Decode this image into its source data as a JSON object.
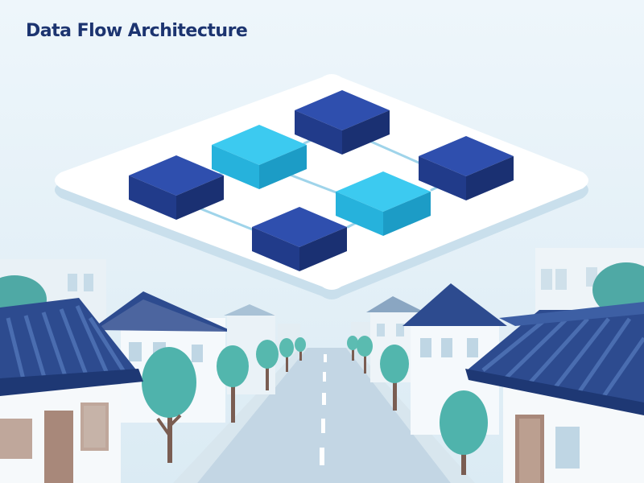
{
  "title": "Data Flow Architecture",
  "colors": {
    "sky": "#e4f1f8",
    "platform": "#ffffff",
    "node_dark": "#243f9a",
    "node_light": "#26bde6",
    "connector": "#9fd4ea",
    "roof": "#2f4f96",
    "tree": "#4fb3ac",
    "road": "#c9dbe8",
    "wall": "#f4f8fb"
  },
  "diagram": {
    "nodes": [
      {
        "id": "node-top-right",
        "tone": "dark"
      },
      {
        "id": "node-upper-middle",
        "tone": "light"
      },
      {
        "id": "node-left",
        "tone": "dark"
      },
      {
        "id": "node-right",
        "tone": "dark"
      },
      {
        "id": "node-center",
        "tone": "light"
      },
      {
        "id": "node-bottom",
        "tone": "dark"
      }
    ],
    "connections": [
      {
        "from": "node-left",
        "to": "node-upper-middle"
      },
      {
        "from": "node-upper-middle",
        "to": "node-top-right"
      },
      {
        "from": "node-top-right",
        "to": "node-right"
      },
      {
        "from": "node-upper-middle",
        "to": "node-center"
      },
      {
        "from": "node-center",
        "to": "node-right"
      },
      {
        "from": "node-left",
        "to": "node-bottom"
      },
      {
        "from": "node-bottom",
        "to": "node-center"
      }
    ]
  },
  "scene": {
    "background": "illustrated street with traditional tiled-roof houses, trees and a road leading to the horizon"
  }
}
